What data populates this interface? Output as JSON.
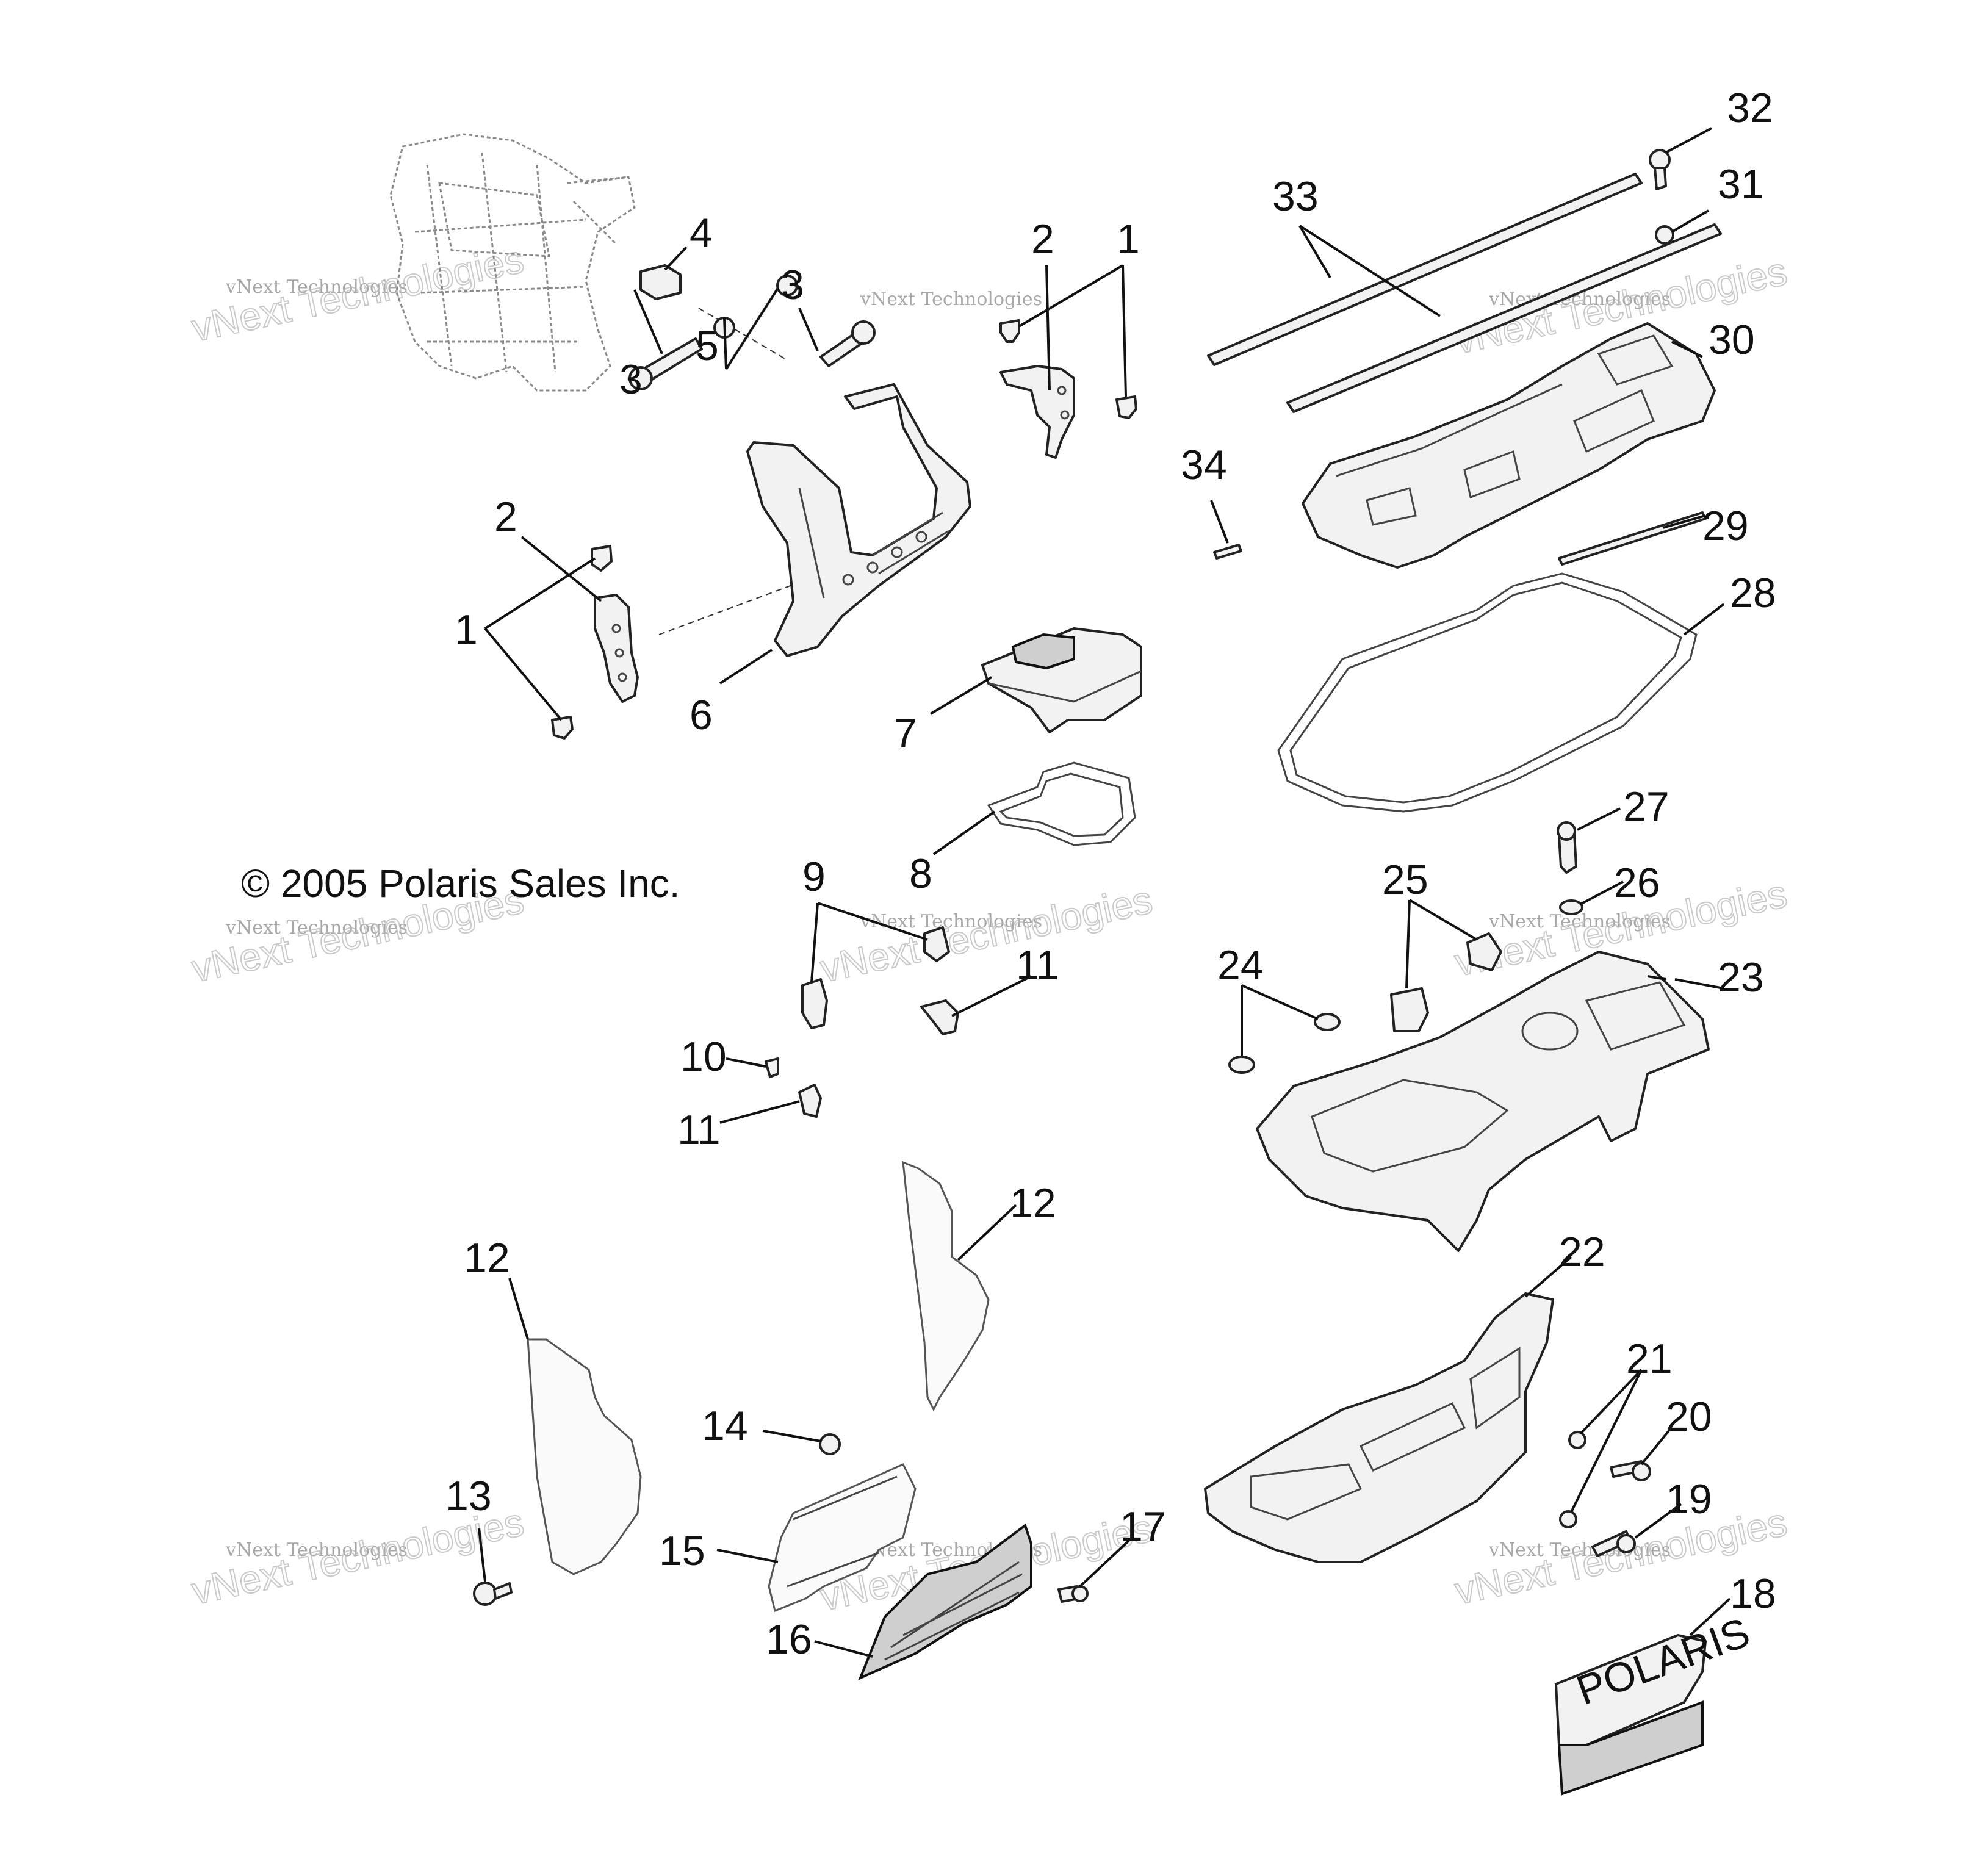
{
  "copyright": "© 2005 Polaris Sales Inc.",
  "watermark": {
    "small": "vNext Technologies",
    "big": "vNext Technologies"
  },
  "callouts": [
    "1",
    "1",
    "2",
    "2",
    "3",
    "3",
    "4",
    "5",
    "6",
    "7",
    "8",
    "9",
    "10",
    "11",
    "11",
    "12",
    "12",
    "13",
    "14",
    "15",
    "16",
    "17",
    "18",
    "19",
    "20",
    "21",
    "22",
    "23",
    "24",
    "25",
    "26",
    "27",
    "28",
    "29",
    "30",
    "31",
    "32",
    "33",
    "34"
  ],
  "logo_text": "POLARIS"
}
